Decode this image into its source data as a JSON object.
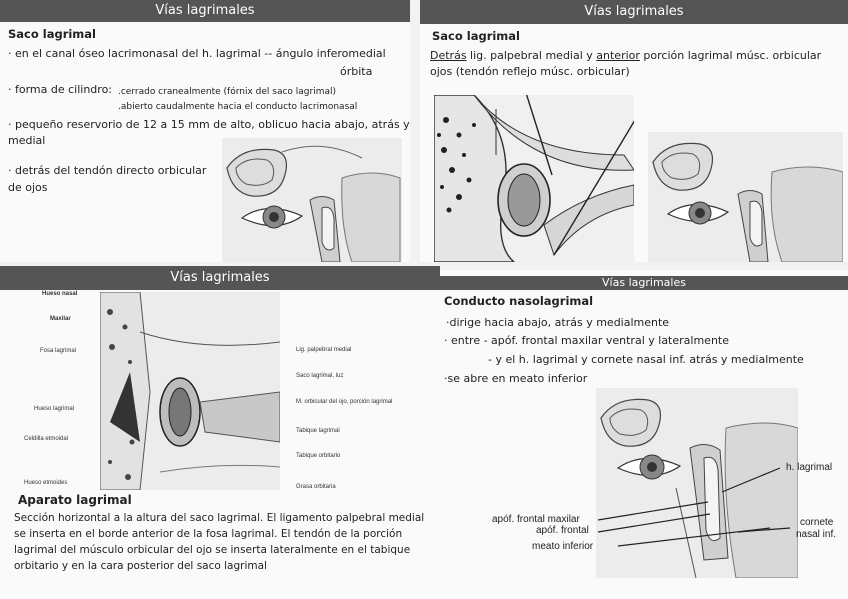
{
  "s1": {
    "title": "Vías lagrimales",
    "heading": "Saco lagrimal",
    "b1": "· en el canal óseo lacrimonasal del h. lagrimal -- ángulo inferomedial",
    "b1b": "órbita",
    "b2": "· forma de cilindro:",
    "b2a": ".cerrado cranealmente (fórnix del saco lagrimal)",
    "b2b": ".abierto caudalmente hacia el conducto lacrimonasal",
    "b3": "· pequeño reservorio de 12 a 15 mm de alto, oblicuo hacia abajo, atrás y",
    "b3b": "medial",
    "b4": "· detrás del tendón directo orbicular",
    "b4b": "de ojos"
  },
  "s2": {
    "title": "Vías lagrimales",
    "heading": "Saco lagrimal",
    "w1": "Detrás",
    "w2": " lig. palpebral medial y ",
    "w3": "anterior",
    "w4": " porción lagrimal músc. orbicular",
    "line2": "ojos (tendón reflejo músc. orbicular)"
  },
  "s3": {
    "title": "Vías lagrimales",
    "labels_left": [
      "Hueso nasal",
      "Maxilar",
      "Fosa lagrimal",
      "Hueso lagrimal",
      "Celdilla etmoidal",
      "Hueso etmoides"
    ],
    "labels_right": [
      "Lig. palpebral medial",
      "Saco lagrimal, luz",
      "M. orbicular del ojo, porción lagrimal",
      "Tabique lagrimal",
      "Tabique orbitario",
      "Grasa orbitaria"
    ],
    "heading": "Aparato lagrimal",
    "para": "Sección horizontal a la altura del saco lagrimal. El ligamento palpebral medial se inserta en el borde anterior de la fosa lagrimal. El tendón de la porción lagrimal del músculo orbicular del ojo se inserta lateralmente en el tabique orbitario y en la cara posterior del saco lagrimal"
  },
  "s4": {
    "title": "Vías lagrimales",
    "heading": "Conducto nasolagrimal",
    "b1": "·dirige hacia abajo, atrás y medialmente",
    "b2": "· entre - apóf. frontal maxilar ventral y lateralmente",
    "b3": "- y el h. lagrimal y cornete nasal inf. atrás y medialmente",
    "b4": "·se abre en meato inferior",
    "labels": {
      "h_lagrimal": "h. lagrimal",
      "apof_maxilar": "apóf. frontal maxilar",
      "apof_frontal": "apóf. frontal",
      "meato": "meato inferior",
      "cornete1": "cornete",
      "cornete2": "nasal inf."
    }
  }
}
